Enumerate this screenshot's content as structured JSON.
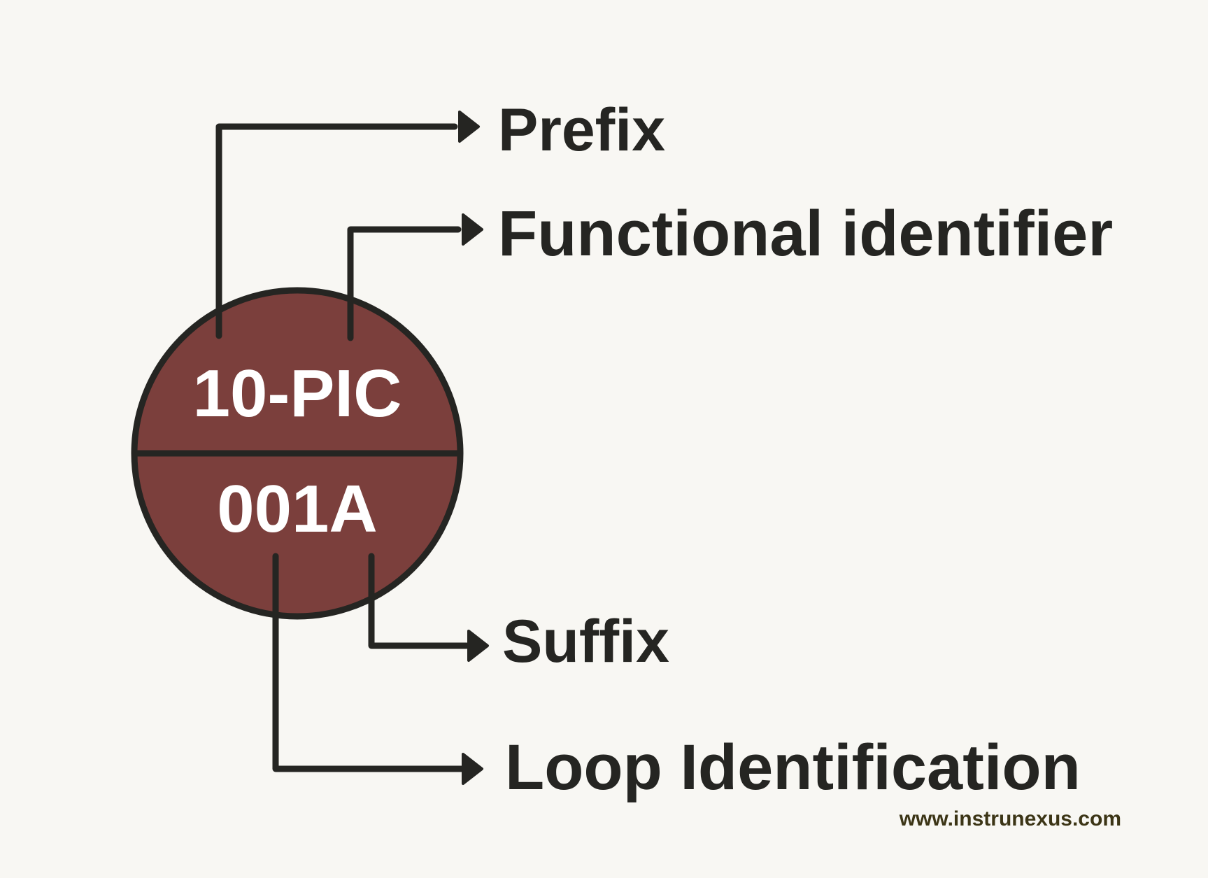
{
  "instrument_tag": {
    "top_line": "10-PIC",
    "bottom_line": "001A",
    "fill_color": "#7b3f3c",
    "stroke_color": "#252522"
  },
  "labels": {
    "prefix": "Prefix",
    "functional_identifier": "Functional identifier",
    "suffix": "Suffix",
    "loop_identification": "Loop Identification"
  },
  "website": "www.instrunexus.com",
  "colors": {
    "background": "#f8f7f3",
    "line": "#252522",
    "text": "#252522",
    "website_text": "#3c3516"
  }
}
